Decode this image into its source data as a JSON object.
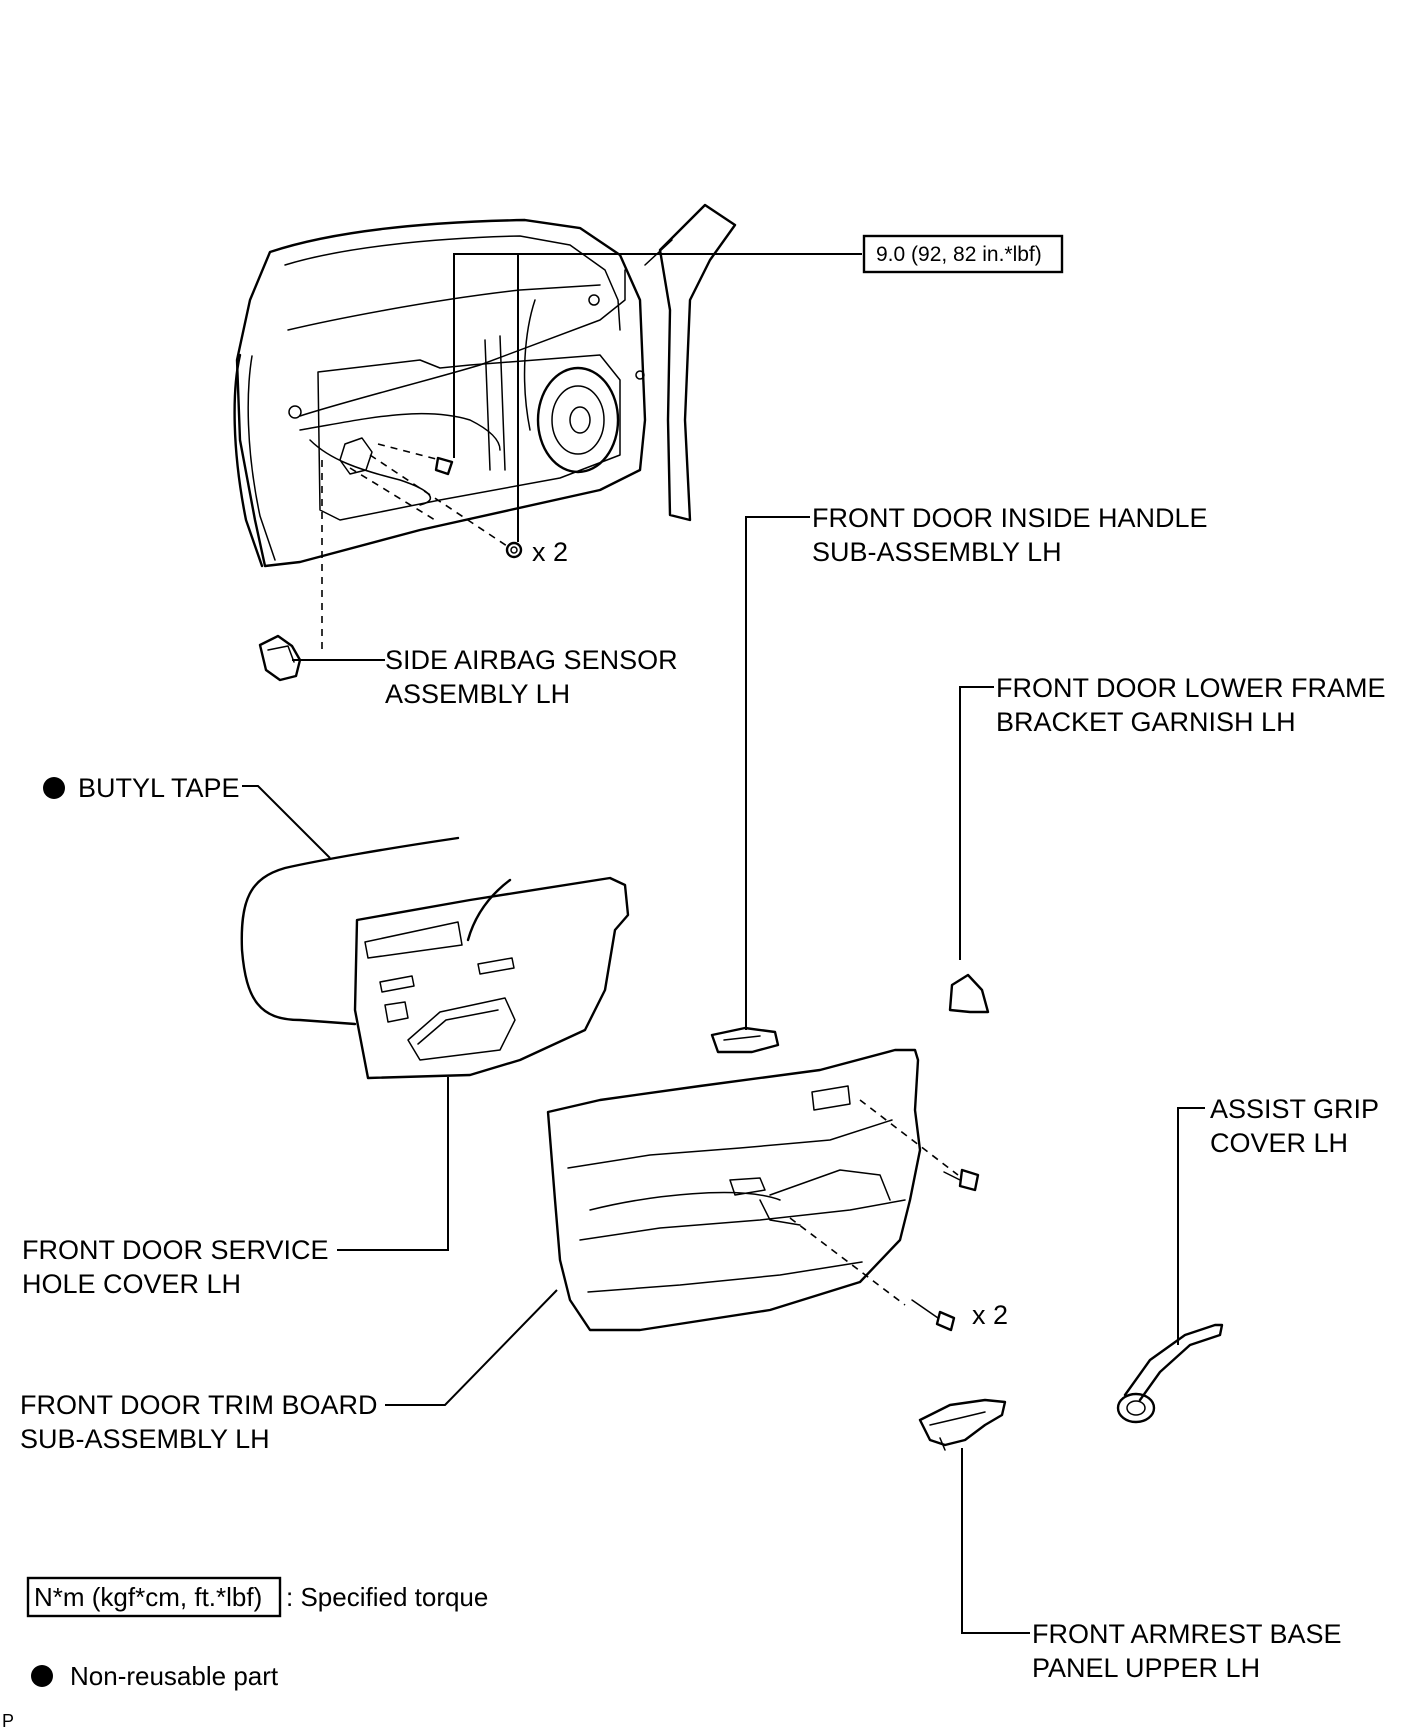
{
  "labels": {
    "torque_spec": "9.0 (92, 82 in.*lbf)",
    "x2_bolts_upper": "x 2",
    "x2_screws_lower": "x 2",
    "inside_handle_line1": "FRONT DOOR INSIDE HANDLE",
    "inside_handle_line2": "SUB-ASSEMBLY LH",
    "side_airbag_line1": "SIDE AIRBAG SENSOR",
    "side_airbag_line2": "ASSEMBLY LH",
    "lower_frame_line1": "FRONT DOOR LOWER FRAME",
    "lower_frame_line2": "BRACKET GARNISH LH",
    "butyl_tape": "BUTYL TAPE",
    "assist_grip_line1": "ASSIST GRIP",
    "assist_grip_line2": "COVER LH",
    "service_hole_line1": "FRONT DOOR SERVICE",
    "service_hole_line2": "HOLE COVER LH",
    "trim_board_line1": "FRONT DOOR TRIM BOARD",
    "trim_board_line2": "SUB-ASSEMBLY LH",
    "armrest_line1": "FRONT ARMREST BASE",
    "armrest_line2": "PANEL UPPER LH"
  },
  "legend": {
    "torque_unit": "N*m (kgf*cm, ft.*lbf)",
    "torque_desc": ": Specified torque",
    "non_reusable_desc": "Non-reusable part"
  },
  "corner_mark": "P"
}
